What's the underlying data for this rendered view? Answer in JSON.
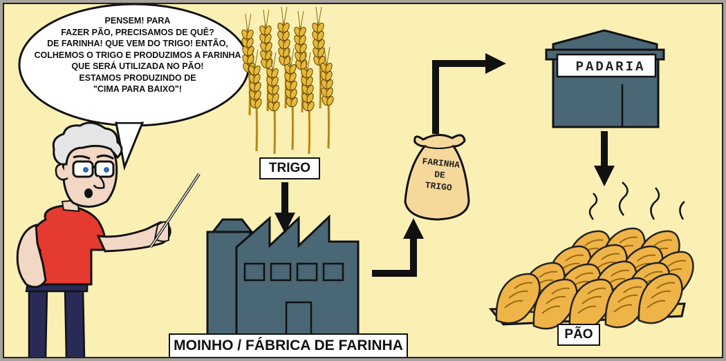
{
  "speech_bubble": {
    "lines": [
      "PENSEM! PARA",
      "FAZER PÃO, PRECISAMOS DE QUÊ?",
      "DE FARINHA! QUE VEM DO TRIGO! ENTÃO,",
      "COLHEMOS O TRIGO E PRODUZIMOS A FARINHA",
      "QUE SERÁ UTILIZADA NO PÃO!",
      "ESTAMOS PRODUZINDO DE",
      "\"CIMA PARA BAIXO\"!"
    ]
  },
  "labels": {
    "wheat": "TRIGO",
    "mill": "MOINHO /  FÁBRICA DE FARINHA",
    "flour_sack": [
      "FARINHA",
      "DE",
      "TRIGO"
    ],
    "bakery_sign": "PADARIA",
    "bread": "PÃO"
  },
  "colors": {
    "background": "#fbf0b4",
    "building": "#4a6775",
    "wheat": "#e8b83a",
    "bread": "#efb447",
    "shirt": "#e43a2f",
    "sack": "#f6d89b"
  }
}
